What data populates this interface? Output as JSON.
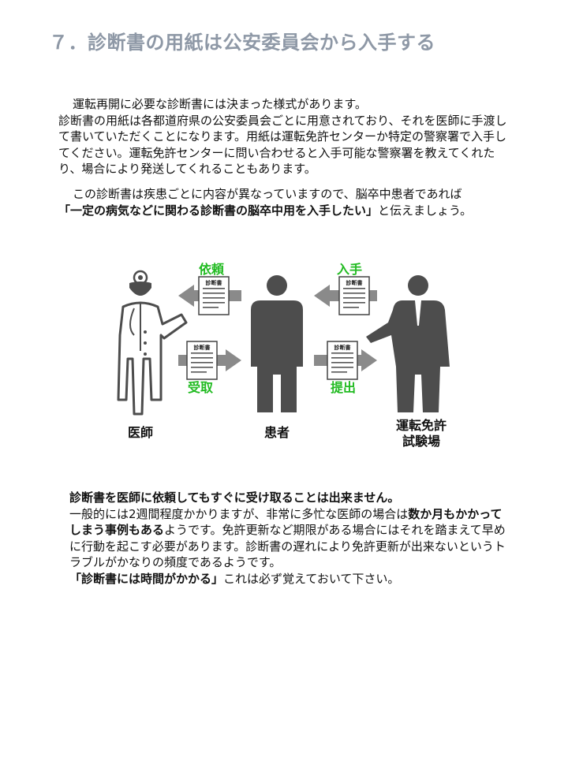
{
  "title": "７．診断書の用紙は公安委員会から入手する",
  "para1": {
    "line1": "運転再開に必要な診断書には決まった様式があります。",
    "line2": "診断書の用紙は各都道府県の公安委員会ごとに用意されており、それを医師に手渡して書いていただくことになります。用紙は運転免許センターか特定の警察署で入手してください。運転免許センターに問い合わせると入手可能な警察署を教えてくれたり、場合により発送してくれることもあります。"
  },
  "para2": {
    "line1": "この診断書は疾患ごとに内容が異なっていますので、脳卒中患者であれば",
    "bold": "「一定の病気などに関わる診断書の脳卒中用を入手したい」",
    "tail": "と伝えましょう。"
  },
  "diagram": {
    "label_request": "依頼",
    "label_receive": "受取",
    "label_obtain": "入手",
    "label_submit": "提出",
    "doc_label": "診断書",
    "doctor": "医師",
    "patient": "患者",
    "center_line1": "運転免許",
    "center_line2": "試験場",
    "colors": {
      "green": "#22bb22",
      "figure": "#4d4d4d",
      "arrow": "#8a8a8a"
    }
  },
  "para3": {
    "heading": "診断書を医師に依頼してもすぐに受け取ることは出来ません。",
    "text_a": "一般的には2週間程度かかりますが、非常に多忙な医師の場合は",
    "bold_a": "数か月もかかってしまう事例もある",
    "text_b": "ようです。免許更新など期限がある場合にはそれを踏まえて早めに行動を起こす必要があります。診断書の遅れにより免許更新が出来ないというトラブルがかなりの頻度であるようです。",
    "bold_b": "「診断書には時間がかかる」",
    "text_c": "これは必ず覚えておいて下さい。"
  }
}
